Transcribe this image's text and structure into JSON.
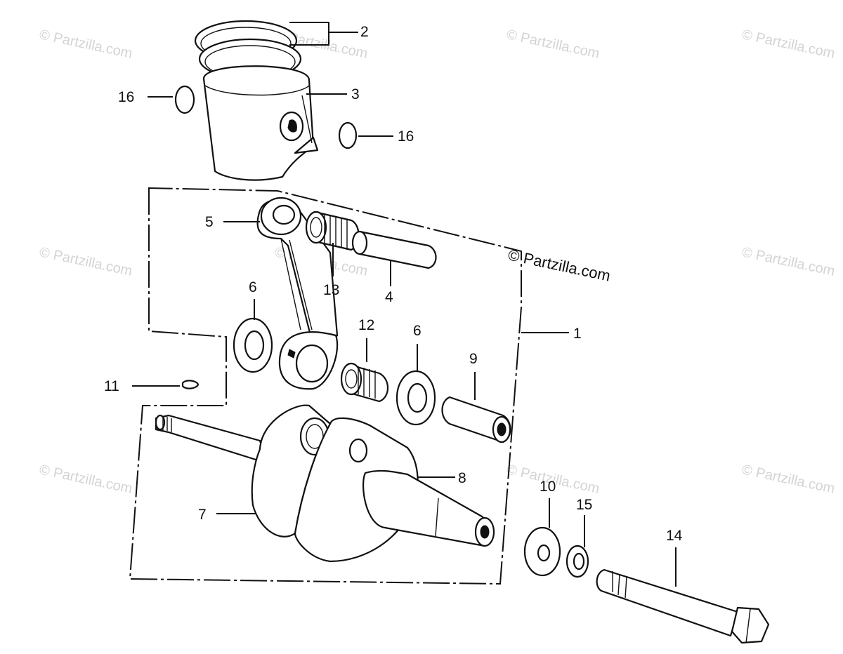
{
  "watermark": {
    "text": "© Partzilla.com"
  },
  "brand_mark": {
    "text": "© Partzilla.com"
  },
  "callouts": [
    {
      "id": "c2",
      "label": "2",
      "part": "piston-ring"
    },
    {
      "id": "c3",
      "label": "3",
      "part": "piston"
    },
    {
      "id": "c16a",
      "label": "16",
      "part": "piston-pin-clip-left"
    },
    {
      "id": "c16b",
      "label": "16",
      "part": "piston-pin-clip-right"
    },
    {
      "id": "c5",
      "label": "5",
      "part": "connecting-rod"
    },
    {
      "id": "c13",
      "label": "13",
      "part": "small-end-needle-bearing"
    },
    {
      "id": "c4",
      "label": "4",
      "part": "piston-pin"
    },
    {
      "id": "c1",
      "label": "1",
      "part": "crankshaft-assembly"
    },
    {
      "id": "c6a",
      "label": "6",
      "part": "thrust-washer-left"
    },
    {
      "id": "c12",
      "label": "12",
      "part": "big-end-needle-bearing"
    },
    {
      "id": "c6b",
      "label": "6",
      "part": "thrust-washer-right"
    },
    {
      "id": "c9",
      "label": "9",
      "part": "crank-pin"
    },
    {
      "id": "c11",
      "label": "11",
      "part": "woodruff-key"
    },
    {
      "id": "c8",
      "label": "8",
      "part": "right-crank-half"
    },
    {
      "id": "c7",
      "label": "7",
      "part": "left-crank-half"
    },
    {
      "id": "c10",
      "label": "10",
      "part": "washer"
    },
    {
      "id": "c15",
      "label": "15",
      "part": "lock-washer"
    },
    {
      "id": "c14",
      "label": "14",
      "part": "bolt"
    }
  ]
}
